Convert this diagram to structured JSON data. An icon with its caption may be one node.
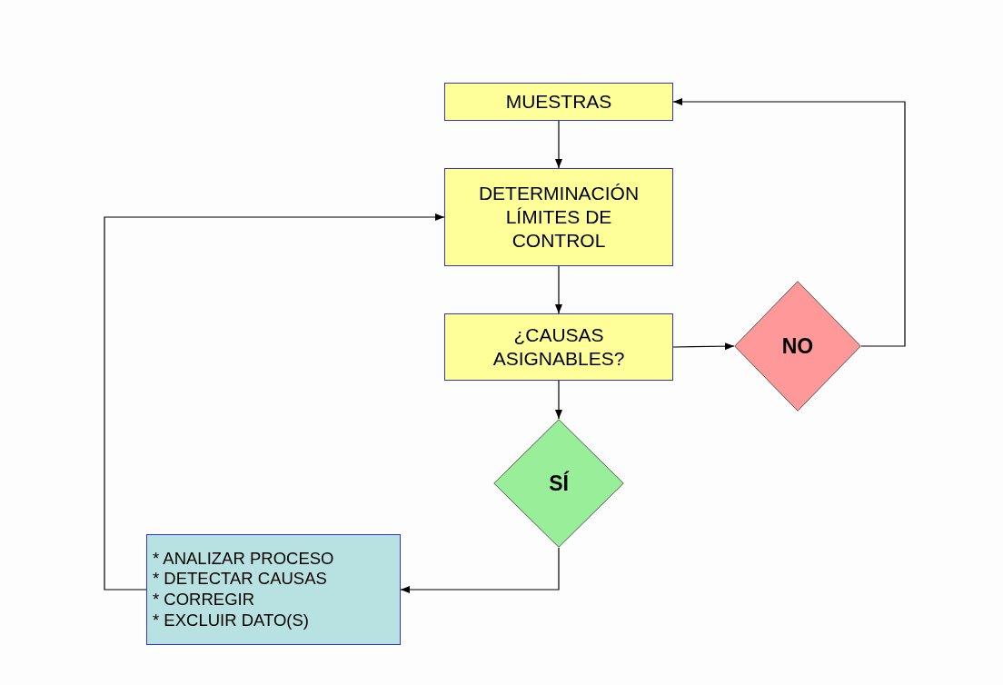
{
  "diagram": {
    "nodes": [
      {
        "text": [
          "MUESTRAS"
        ]
      },
      {
        "text": [
          "DETERMINACIÓN LÍMITES DE CONTROL"
        ]
      },
      {
        "text": [
          "¿CAUSAS ASIGNABLES?"
        ]
      },
      {
        "text": [
          "NO"
        ]
      },
      {
        "text": [
          "SÍ"
        ]
      },
      {
        "text": [
          "* ANALIZAR PROCESO",
          "* DETECTAR CAUSAS",
          "* CORREGIR",
          "* EXCLUIR DATO(S)"
        ]
      }
    ],
    "edges": [
      {
        "from": 0,
        "to": 1,
        "arrow": "to"
      },
      {
        "from": 1,
        "to": 2,
        "arrow": "to"
      },
      {
        "from": 2,
        "to": 3,
        "arrow": "to"
      },
      {
        "from": 3,
        "to": 0,
        "arrow": "to"
      },
      {
        "from": 2,
        "to": 4,
        "arrow": "to"
      },
      {
        "from": 4,
        "to": 5,
        "arrow": "to"
      },
      {
        "from": 5,
        "to": 1,
        "arrow": "to"
      }
    ]
  }
}
